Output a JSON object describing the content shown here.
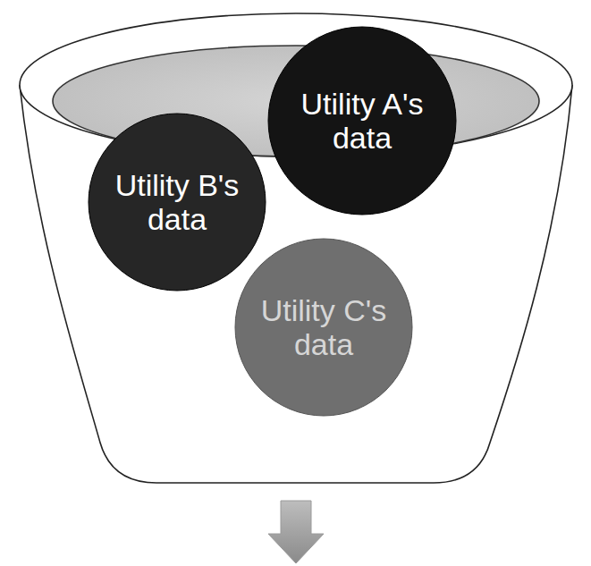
{
  "diagram": {
    "nodes": [
      {
        "text": [
          "Utility A's data"
        ]
      },
      {
        "text": [
          "Utility B's data"
        ]
      },
      {
        "text": [
          "Utility C's data"
        ]
      }
    ]
  }
}
